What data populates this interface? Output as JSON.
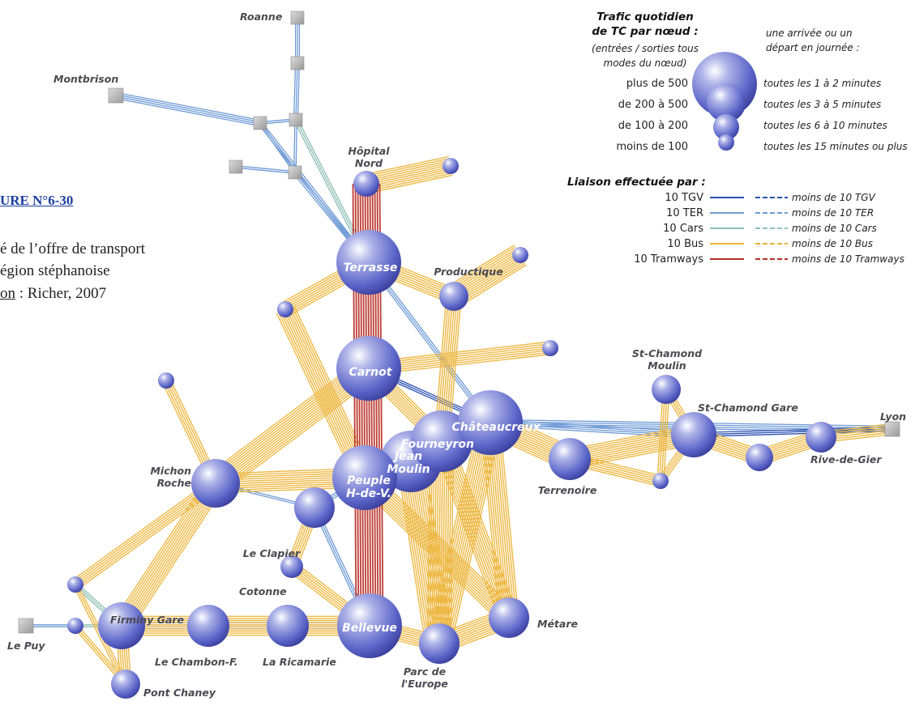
{
  "figure": {
    "title": "URE N°6-30",
    "line1": "é de l’offre de transport",
    "line2": "égion stéphanoise",
    "source_word": "on",
    "source_rest": " : Richer, 2007"
  },
  "nodes": {
    "roanne": "Roanne",
    "montbrison": "Montbrison",
    "hopital_l1": "Hôpital",
    "hopital_l2": "Nord",
    "terrasse": "Terrasse",
    "productique": "Productique",
    "carnot": "Carnot",
    "chateaucreux": "Châteaucreux",
    "fourneyron": "Fourneyron",
    "jean_moulin_l1": "Jean",
    "jean_moulin_l2": "Moulin",
    "peuple_l1": "Peuple",
    "peuple_l2": "H-de-V.",
    "michon_l1": "Michon",
    "michon_l2": "Roche",
    "le_clapier": "Le Clapier",
    "cotonne": "Cotonne",
    "firminy_gare": "Firminy Gare",
    "le_puy": "Le Puy",
    "le_chambon": "Le Chambon-F.",
    "la_ricamarie": "La Ricamarie",
    "bellevue": "Bellevue",
    "pont_chaney": "Pont Chaney",
    "parc_l1": "Parc de",
    "parc_l2": "l'Europe",
    "metare": "Métare",
    "terrenoire": "Terrenoire",
    "st_chamond_moulin_l1": "St-Chamond",
    "st_chamond_moulin_l2": "Moulin",
    "st_chamond_gare": "St-Chamond Gare",
    "lyon": "Lyon",
    "rive_de_gier": "Rive-de-Gier"
  },
  "legend": {
    "title1": "Trafic quotidien",
    "title2": "de TC par nœud :",
    "sub1": "(entrées / sorties tous",
    "sub2": "modes du nœud)",
    "freq_head1": "une arrivée ou un",
    "freq_head2": "départ en journée :",
    "sizes": [
      {
        "label": "plus de 500",
        "freq": "toutes les 1 à 2 minutes"
      },
      {
        "label": "de 200 à 500",
        "freq": "toutes les 3 à 5 minutes"
      },
      {
        "label": "de 100 à 200",
        "freq": "toutes les 6 à 10 minutes"
      },
      {
        "label": "moins de 100",
        "freq": "toutes les 15 minutes ou plus"
      }
    ],
    "links_title": "Liaison effectuée par :",
    "links": [
      {
        "label": "10 TGV",
        "less": "moins de 10 TGV",
        "color": "#2a4fb0"
      },
      {
        "label": "10 TER",
        "less": "moins de 10 TER",
        "color": "#6f9bd6"
      },
      {
        "label": "10 Cars",
        "less": "moins de 10 Cars",
        "color": "#8fbfb5"
      },
      {
        "label": "10 Bus",
        "less": "moins de 10 Bus",
        "color": "#eab23a"
      },
      {
        "label": "10 Tramways",
        "less": "moins de 10 Tramways",
        "color": "#b5302b"
      }
    ]
  },
  "colors": {
    "node": "#5a64c8",
    "bus": "#edb843",
    "tram": "#bd3f36",
    "ter": "#6f9bd6",
    "tgv": "#2a4fb0",
    "cars": "#8fbfb5",
    "station": "#b4b4b4"
  }
}
